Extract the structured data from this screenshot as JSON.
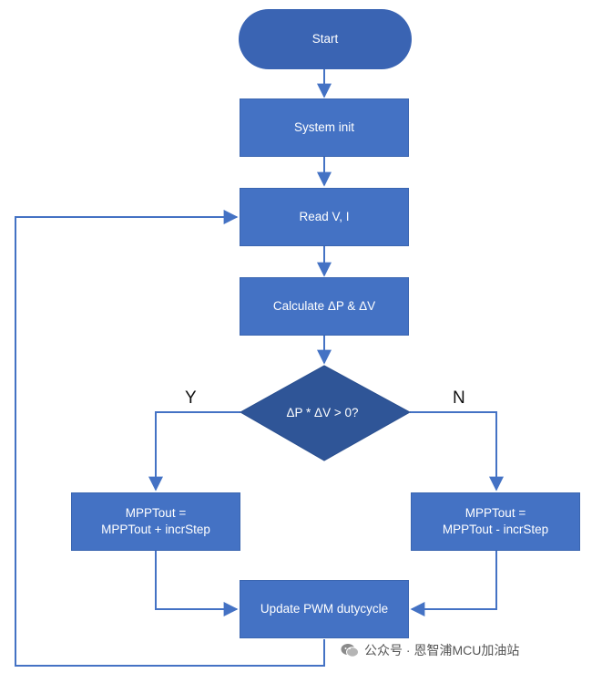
{
  "colors": {
    "node_fill": "#4472c4",
    "decision_fill": "#2f5597",
    "terminal_fill": "#3a64b3",
    "arrow": "#4472c4"
  },
  "nodes": {
    "start": "Start",
    "init": "System init",
    "read": "Read V, I",
    "calc": "Calculate ΔP & ΔV",
    "decision": "ΔP * ΔV > 0?",
    "yes_branch_line1": "MPPTout =",
    "yes_branch_line2": "MPPTout + incrStep",
    "no_branch_line1": "MPPTout =",
    "no_branch_line2": "MPPTout - incrStep",
    "update": "Update PWM dutycycle"
  },
  "labels": {
    "yes": "Y",
    "no": "N"
  },
  "watermark": {
    "text": "公众号 · 恩智浦MCU加油站",
    "icon": "wechat-icon"
  }
}
